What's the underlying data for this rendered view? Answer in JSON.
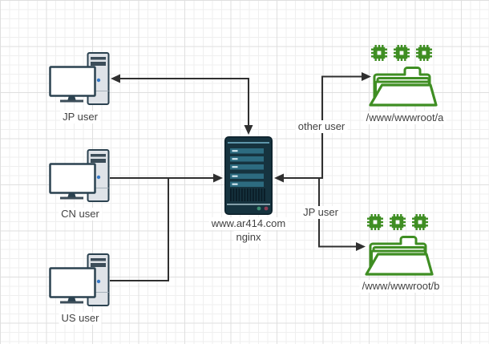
{
  "nodes": {
    "jp_user": {
      "label": "JP user"
    },
    "cn_user": {
      "label": "CN user"
    },
    "us_user": {
      "label": "US user"
    },
    "server": {
      "title": "www.ar414.com",
      "subtitle": "nginx"
    },
    "folder_a": {
      "label": "/www/wwwroot/a"
    },
    "folder_b": {
      "label": "/www/wwwroot/b"
    }
  },
  "edges": {
    "server_folder_a": {
      "label": "other user"
    },
    "server_folder_b": {
      "label": "JP user"
    }
  },
  "icons": {
    "jp_user": "desktop-computer-icon",
    "cn_user": "desktop-computer-icon",
    "us_user": "desktop-computer-icon",
    "server": "server-rack-icon",
    "folder_a": "open-folder-with-chips-icon",
    "folder_b": "open-folder-with-chips-icon"
  },
  "colors": {
    "folder_green": "#3f8e23",
    "server_body": "#16333f",
    "server_bar": "#2d6b80",
    "server_accent": "#5e95aa",
    "computer_outline": "#2b4250",
    "computer_fill": "#dfe3e8",
    "power_dot_blue": "#3779c7",
    "led_green": "#3e8f72",
    "led_red": "#8f3e55",
    "edge_line": "#2f2f2f",
    "label_text": "#424242",
    "grid_minor": "#efefef",
    "grid_major": "#dfdfdf"
  }
}
